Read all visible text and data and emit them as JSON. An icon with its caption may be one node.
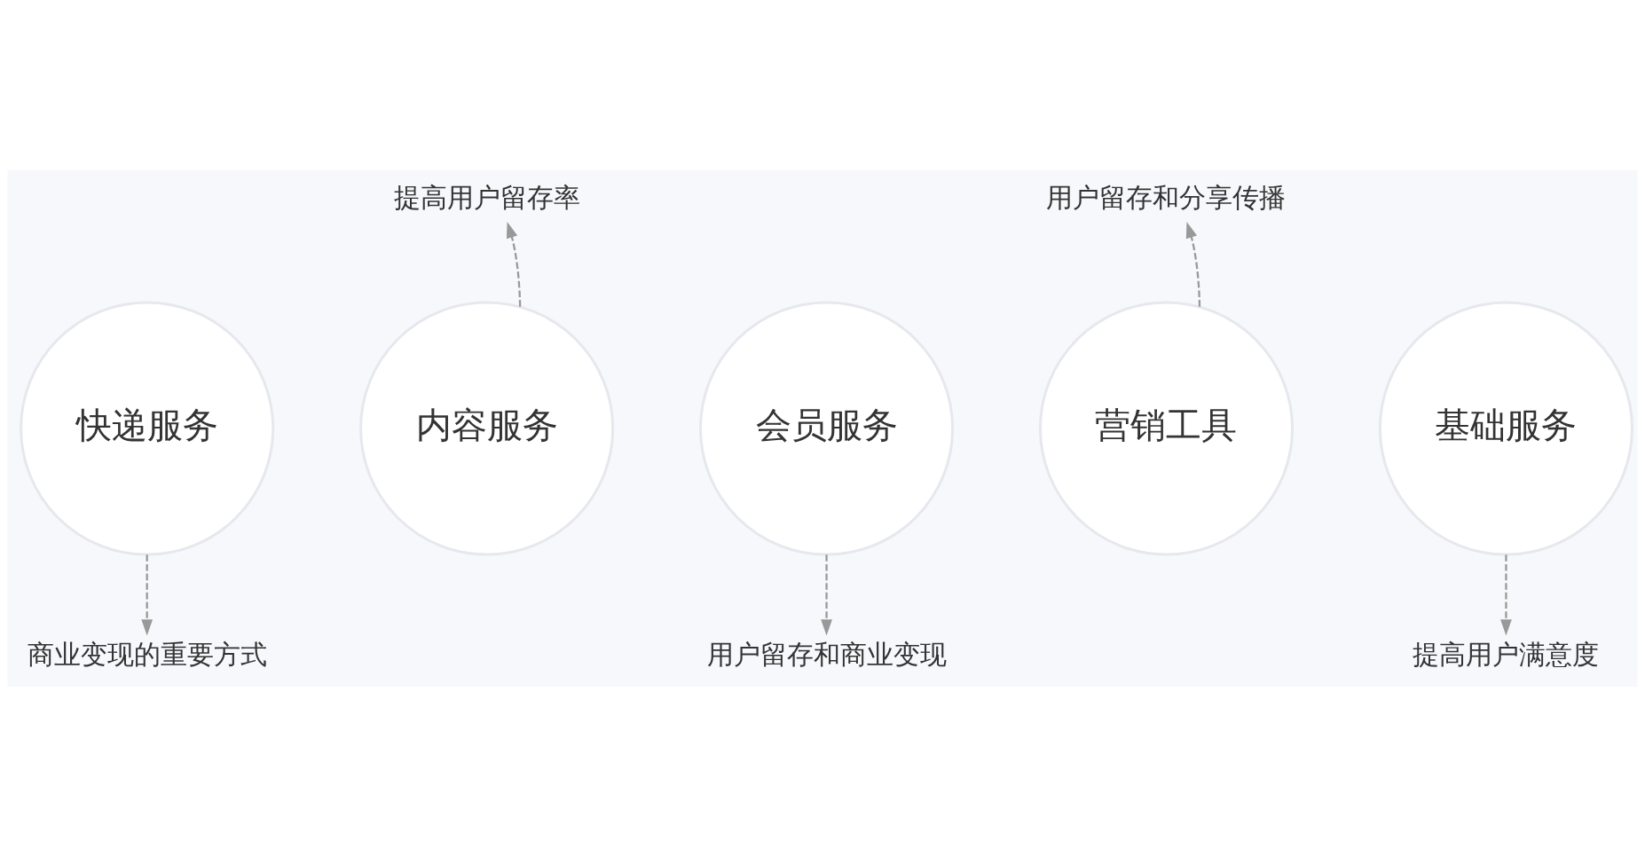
{
  "diagram": {
    "nodes": [
      {
        "text": [
          "提高用户留存率"
        ]
      },
      {
        "text": [
          "用户留存和分享传播"
        ]
      },
      {
        "text": [
          "快递服务"
        ]
      },
      {
        "text": [
          "内容服务"
        ]
      },
      {
        "text": [
          "会员服务"
        ]
      },
      {
        "text": [
          "营销工具"
        ]
      },
      {
        "text": [
          "基础服务"
        ]
      },
      {
        "text": [
          "商业变现的重要方式"
        ]
      },
      {
        "text": [
          "用户留存和商业变现"
        ]
      },
      {
        "text": [
          "提高用户满意度"
        ]
      }
    ],
    "edges": [
      {
        "from": 3,
        "to": 0,
        "arrow": "to",
        "style": "dashed"
      },
      {
        "from": 5,
        "to": 1,
        "arrow": "to",
        "style": "dashed"
      },
      {
        "from": 2,
        "to": 7,
        "arrow": "to",
        "style": "dashed"
      },
      {
        "from": 4,
        "to": 8,
        "arrow": "to",
        "style": "dashed"
      },
      {
        "from": 6,
        "to": 9,
        "arrow": "to",
        "style": "dashed"
      }
    ]
  }
}
